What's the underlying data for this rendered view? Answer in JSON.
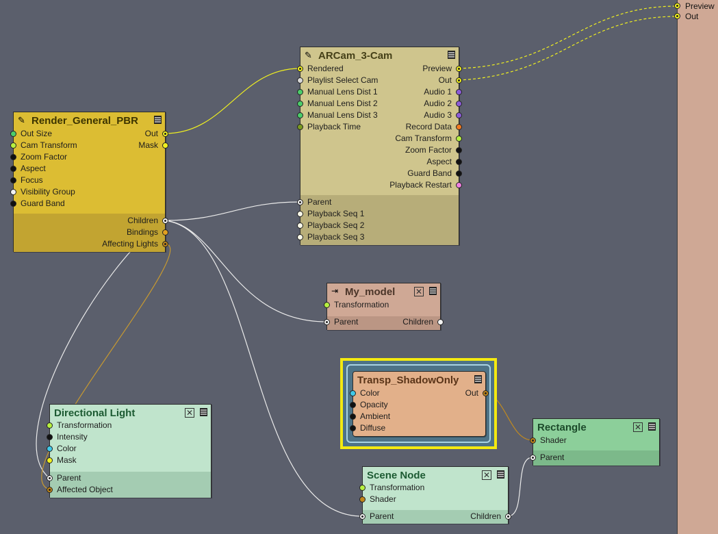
{
  "nodes": {
    "render": {
      "title": "Render_General_PBR",
      "out_size": "Out Size",
      "cam_transform": "Cam Transform",
      "zoom_factor": "Zoom Factor",
      "aspect": "Aspect",
      "focus": "Focus",
      "visibility_group": "Visibility Group",
      "guard_band": "Guard Band",
      "out": "Out",
      "mask": "Mask",
      "children": "Children",
      "bindings": "Bindings",
      "affecting_lights": "Affecting Lights"
    },
    "arcam": {
      "title": "ARCam_3-Cam",
      "rendered": "Rendered",
      "playlist_select_cam": "Playlist Select Cam",
      "manual_lens_dist_1": "Manual Lens Dist 1",
      "manual_lens_dist_2": "Manual Lens Dist 2",
      "manual_lens_dist_3": "Manual Lens Dist 3",
      "playback_time": "Playback Time",
      "preview": "Preview",
      "out": "Out",
      "audio_1": "Audio 1",
      "audio_2": "Audio 2",
      "audio_3": "Audio 3",
      "record_data": "Record Data",
      "cam_transform": "Cam Transform",
      "zoom_factor": "Zoom Factor",
      "aspect": "Aspect",
      "guard_band": "Guard Band",
      "playback_restart": "Playback Restart",
      "parent": "Parent",
      "playback_seq_1": "Playback Seq 1",
      "playback_seq_2": "Playback Seq 2",
      "playback_seq_3": "Playback Seq 3"
    },
    "mymodel": {
      "title": "My_model",
      "transformation": "Transformation",
      "parent": "Parent",
      "children": "Children"
    },
    "transp": {
      "title": "Transp_ShadowOnly",
      "color": "Color",
      "opacity": "Opacity",
      "ambient": "Ambient",
      "diffuse": "Diffuse",
      "out": "Out"
    },
    "rectangle": {
      "title": "Rectangle",
      "shader": "Shader",
      "parent": "Parent"
    },
    "scenenode": {
      "title": "Scene Node",
      "transformation": "Transformation",
      "shader": "Shader",
      "parent": "Parent",
      "children": "Children"
    },
    "dirlight": {
      "title": "Directional Light",
      "transformation": "Transformation",
      "intensity": "Intensity",
      "color": "Color",
      "mask": "Mask",
      "parent": "Parent",
      "affected_object": "Affected Object"
    }
  },
  "external_outputs": {
    "preview": "Preview",
    "out": "Out"
  },
  "icons": {
    "edit": "edit-icon",
    "menu": "menu-icon",
    "close": "close-icon",
    "import": "import-icon"
  },
  "colors": {
    "canvas": "#5b5f6c",
    "selection": "#f4ea10",
    "render_node": "#dcbd33",
    "arcam_node": "#cfc58d",
    "mymodel_node": "#cfa895",
    "transp_node": "#e2b08a",
    "scene_nodes": "#c0e4cc",
    "port_yellow": "#f0f020",
    "port_green": "#4ccd6a",
    "port_lime": "#b6f040",
    "port_black": "#111111",
    "port_white": "#f2f2f2",
    "port_purple": "#8c5cd8",
    "port_orange": "#f07a20",
    "port_pink": "#f080e0",
    "port_cyan": "#40c8e8",
    "port_brown": "#c0861a",
    "port_olive": "#7a9a20"
  }
}
